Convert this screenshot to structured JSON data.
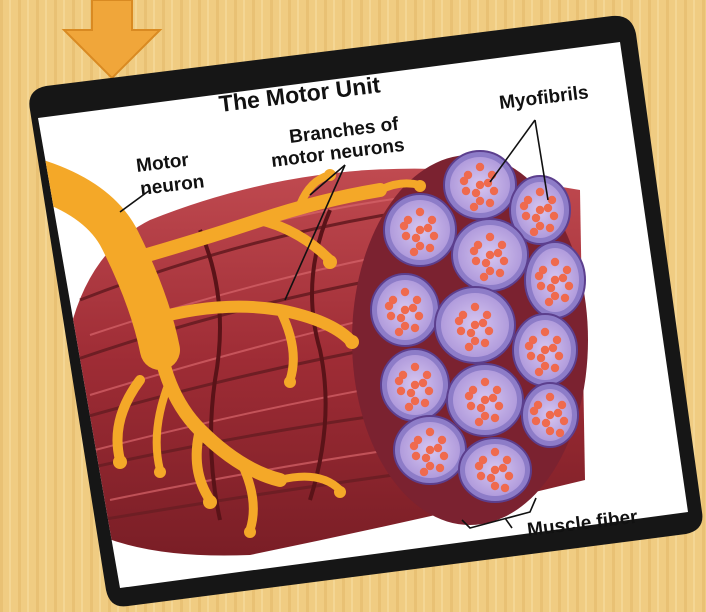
{
  "diagram": {
    "title": "The Motor Unit",
    "labels": {
      "motor_neuron_line1": "Motor",
      "motor_neuron_line2": "neuron",
      "branches_line1": "Branches of",
      "branches_line2": "motor neurons",
      "myofibrils": "Myofibrils",
      "muscle_fiber": "Muscle fiber"
    }
  },
  "colors": {
    "background": "#f0cc82",
    "stripe": "#e2b45f",
    "arrow": "#f0a63a",
    "frame": "#161616",
    "card": "#ffffff",
    "muscle": "#a8323a",
    "muscle_dark": "#6e1e24",
    "neuron": "#f4a828",
    "fiber_outer": "#8d7cc8",
    "fiber_inner": "#c9b6ea",
    "myofibril": "#ef6a4e"
  }
}
